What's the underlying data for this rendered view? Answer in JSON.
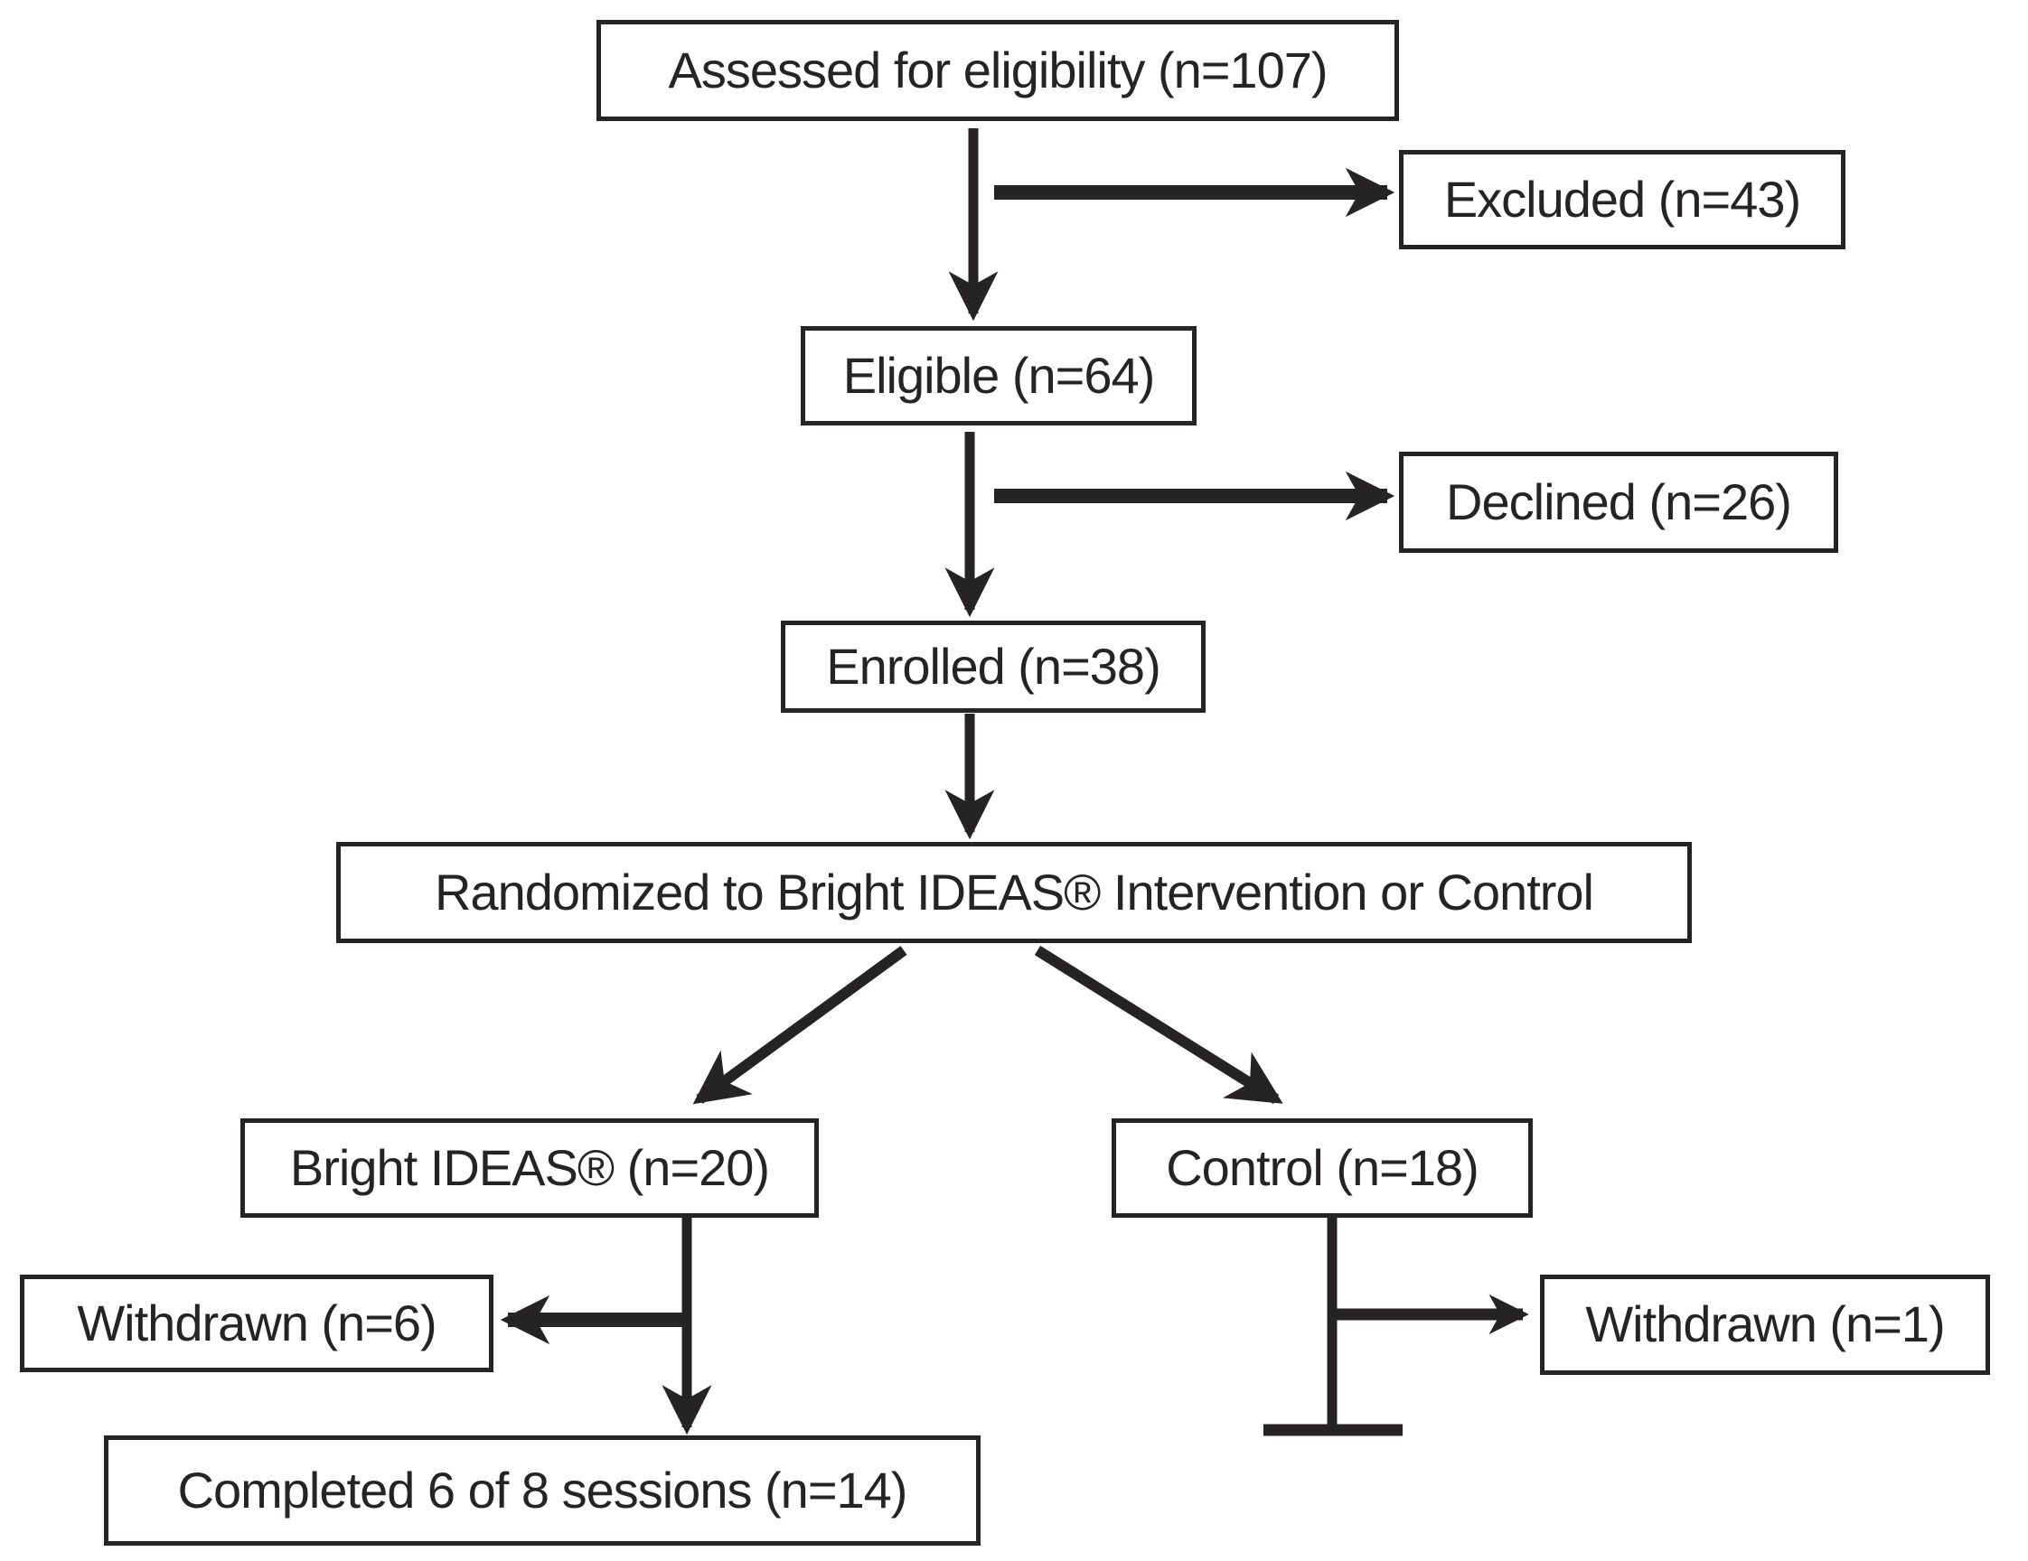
{
  "diagram": {
    "type": "flowchart",
    "nodes": {
      "assessed": {
        "label": "Assessed for eligibility (n=107)"
      },
      "excluded": {
        "label": "Excluded (n=43)"
      },
      "eligible": {
        "label": "Eligible (n=64)"
      },
      "declined": {
        "label": "Declined (n=26)"
      },
      "enrolled": {
        "label": "Enrolled (n=38)"
      },
      "randomized": {
        "label": "Randomized to Bright IDEAS® Intervention or Control"
      },
      "bright_ideas": {
        "label": "Bright IDEAS® (n=20)"
      },
      "control": {
        "label": "Control (n=18)"
      },
      "withdrawn_left": {
        "label": "Withdrawn (n=6)"
      },
      "withdrawn_right": {
        "label": "Withdrawn (n=1)"
      },
      "completed": {
        "label": "Completed 6 of 8 sessions (n=14)"
      }
    },
    "edges": [
      {
        "from": "assessed",
        "to": "eligible",
        "style": "arrow-down"
      },
      {
        "from": "assessed",
        "to": "excluded",
        "style": "arrow-right"
      },
      {
        "from": "eligible",
        "to": "enrolled",
        "style": "arrow-down"
      },
      {
        "from": "eligible",
        "to": "declined",
        "style": "arrow-right"
      },
      {
        "from": "enrolled",
        "to": "randomized",
        "style": "arrow-down"
      },
      {
        "from": "randomized",
        "to": "bright_ideas",
        "style": "arrow-diagonal-left"
      },
      {
        "from": "randomized",
        "to": "control",
        "style": "arrow-diagonal-right"
      },
      {
        "from": "bright_ideas",
        "to": "withdrawn_left",
        "style": "arrow-left"
      },
      {
        "from": "bright_ideas",
        "to": "completed",
        "style": "arrow-down"
      },
      {
        "from": "control",
        "to": "withdrawn_right",
        "style": "arrow-right"
      },
      {
        "from": "control",
        "to": "end-terminator",
        "style": "line-terminator"
      }
    ],
    "colors": {
      "ink": "#262324",
      "background": "#ffffff"
    }
  }
}
